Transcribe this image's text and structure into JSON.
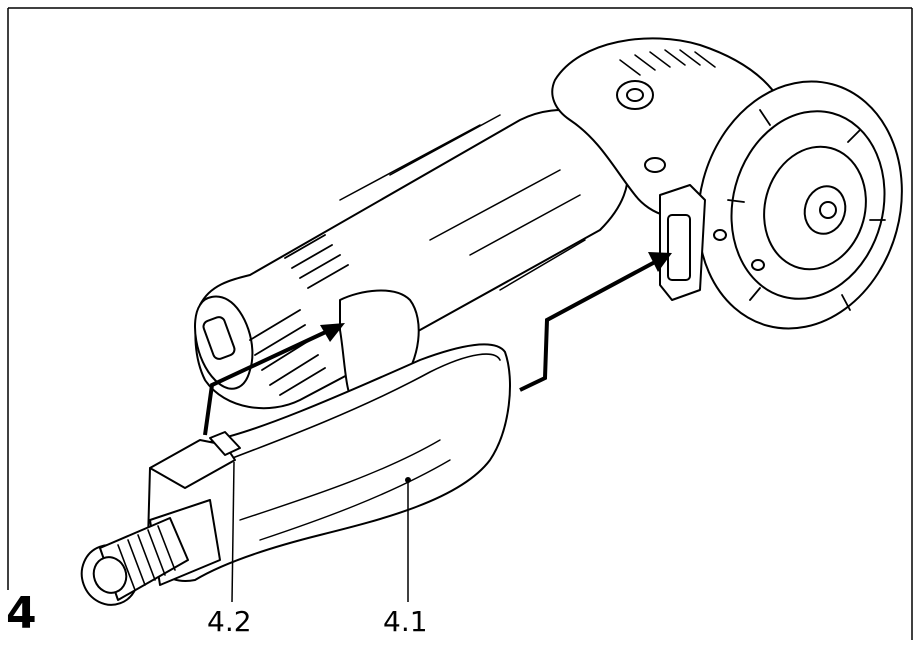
{
  "figure": {
    "number": "4",
    "callouts": [
      {
        "id": "4.2",
        "label": "4.2"
      },
      {
        "id": "4.1",
        "label": "4.1"
      }
    ]
  },
  "colors": {
    "line": "#000000",
    "background": "#ffffff"
  }
}
